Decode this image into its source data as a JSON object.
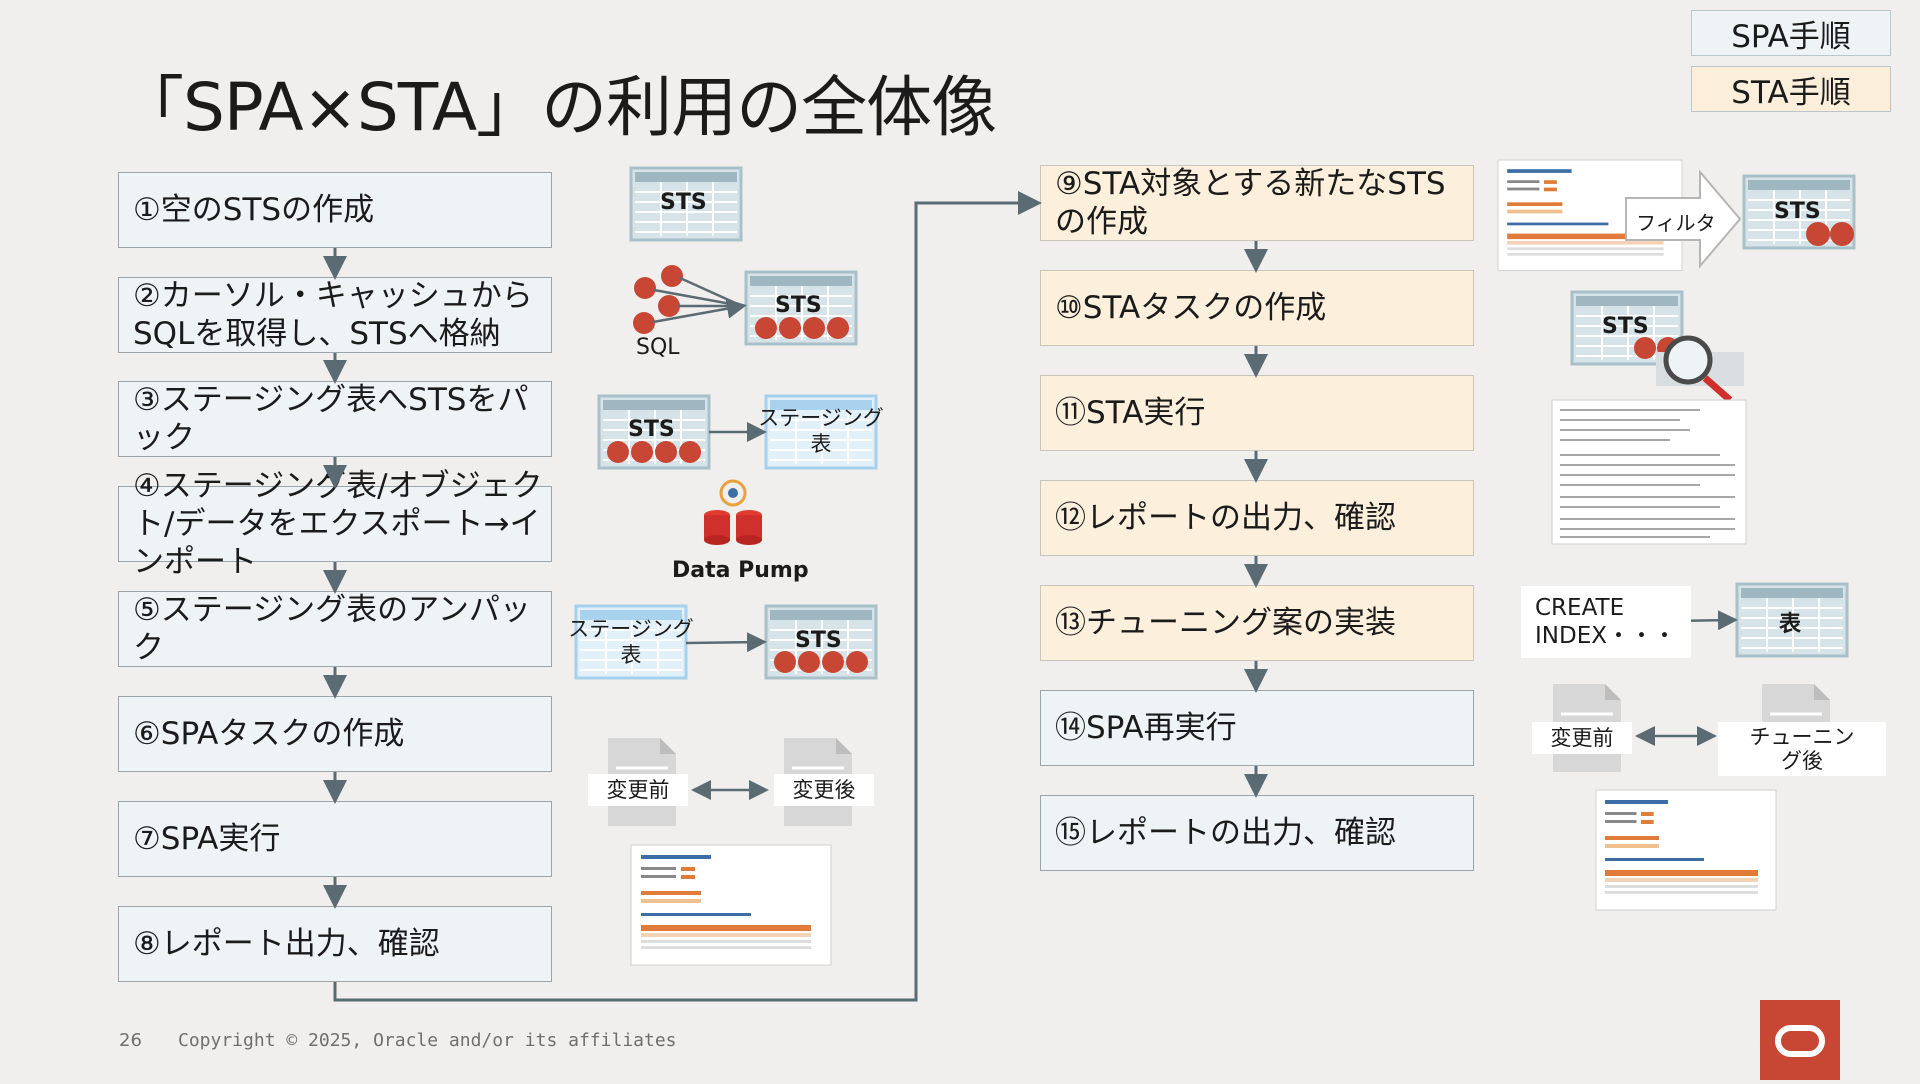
{
  "title": "「SPA×STA」の利用の全体像",
  "legend": {
    "spa": "SPA手順",
    "sta": "STA手順"
  },
  "steps": [
    {
      "label": "①空のSTSの作成",
      "kind": "spa"
    },
    {
      "label": "②カーソル・キャッシュからSQLを取得し、STSへ格納",
      "kind": "spa"
    },
    {
      "label": "③ステージング表へSTSをパック",
      "kind": "spa"
    },
    {
      "label": "④ステージング表/オブジェクト/データをエクスポート→インポート",
      "kind": "spa"
    },
    {
      "label": "⑤ステージング表のアンパック",
      "kind": "spa"
    },
    {
      "label": "⑥SPAタスクの作成",
      "kind": "spa"
    },
    {
      "label": "⑦SPA実行",
      "kind": "spa"
    },
    {
      "label": "⑧レポート出力、確認",
      "kind": "spa"
    },
    {
      "label": "⑨STA対象とする新たなSTSの作成",
      "kind": "sta"
    },
    {
      "label": "⑩STAタスクの作成",
      "kind": "sta"
    },
    {
      "label": "⑪STA実行",
      "kind": "sta"
    },
    {
      "label": "⑫レポートの出力、確認",
      "kind": "sta"
    },
    {
      "label": "⑬チューニング案の実装",
      "kind": "sta"
    },
    {
      "label": "⑭SPA再実行",
      "kind": "spa"
    },
    {
      "label": "⑮レポートの出力、確認",
      "kind": "spa"
    }
  ],
  "icons": {
    "sts": "STS",
    "sql": "SQL",
    "staging": "ステージング表",
    "data_pump": "Data Pump",
    "before": "変更前",
    "after": "変更後",
    "filter": "フィルタ",
    "create_index": "CREATE INDEX・・・",
    "table": "表",
    "after_tuning": "チューニング後"
  },
  "colors": {
    "spa_bg": "#eef3f5",
    "sta_bg": "#fcefdc",
    "accent_red": "#c74634",
    "arrow": "#5b6b73"
  },
  "footer": {
    "page": "26",
    "copyright": "Copyright © 2025, Oracle and/or its affiliates"
  }
}
